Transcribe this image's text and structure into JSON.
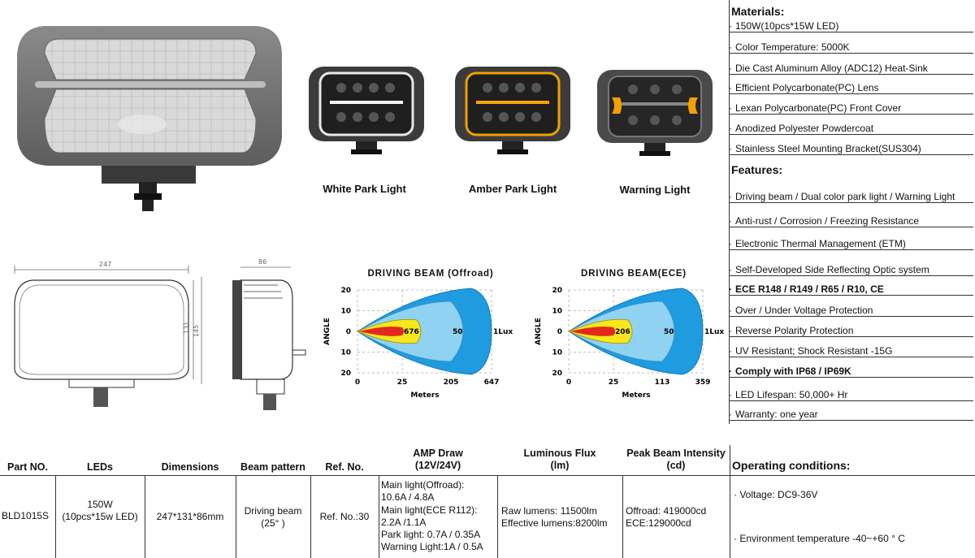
{
  "captions": {
    "white": "White Park Light",
    "amber": "Amber Park Light",
    "warning": "Warning Light"
  },
  "drawing": {
    "width_dim": "247",
    "height_dim_inner": "131",
    "height_dim_outer": "145",
    "depth_dim": "86"
  },
  "charts": [
    {
      "title": "DRIVING  BEAM (Offroad)",
      "y_label": "ANGLE",
      "x_label": "Meters",
      "y_ticks": [
        "20",
        "10",
        "0",
        "10",
        "20"
      ],
      "x_ticks": [
        "0",
        "25",
        "205",
        "647"
      ],
      "zone_labels": [
        "676",
        "50",
        "1Lux"
      ]
    },
    {
      "title": "DRIVING  BEAM(ECE)",
      "y_label": "ANGLE",
      "x_label": "Meters",
      "y_ticks": [
        "20",
        "10",
        "0",
        "10",
        "20"
      ],
      "x_ticks": [
        "0",
        "25",
        "113",
        "359"
      ],
      "zone_labels": [
        "206",
        "50",
        "1Lux"
      ]
    }
  ],
  "materials": {
    "heading": "Materials:",
    "items": [
      "150W(10pcs*15W LED)",
      "Color Temperature: 5000K",
      "Die Cast Aluminum Alloy (ADC12) Heat-Sink",
      "Efficient Polycarbonate(PC) Lens",
      "Lexan Polycarbonate(PC) Front Cover",
      "Anodized Polyester Powdercoat",
      "Stainless Steel Mounting Bracket(SUS304)"
    ]
  },
  "features": {
    "heading": "Features:",
    "items": [
      "Driving beam / Dual color park light / Warning Light",
      "Anti-rust / Corrosion / Freezing Resistance",
      "Electronic Thermal Management (ETM)",
      "Self-Developed Side Reflecting Optic system",
      "ECE R148 / R149 / R65 / R10, CE",
      "Over / Under Voltage Protection",
      "Reverse Polarity Protection",
      "UV Resistant; Shock Resistant -15G",
      "Comply with IP68 / IP69K",
      "LED Lifespan: 50,000+ Hr",
      "Warranty: one year"
    ]
  },
  "table": {
    "headers": {
      "part": "Part NO.",
      "leds": "LEDs",
      "dims": "Dimensions",
      "beam": "Beam pattern",
      "ref": "Ref. No.",
      "amp_1": "AMP Draw",
      "amp_2": "(12V/24V)",
      "flux_1": "Luminous Flux",
      "flux_2": "(lm)",
      "peak_1": "Peak Beam Intensity",
      "peak_2": "(cd)",
      "operating": "Operating conditions:"
    },
    "row": {
      "part": "BLD1015S",
      "leds_1": "150W",
      "leds_2": "(10pcs*15w LED)",
      "dims": "247*131*86mm",
      "beam_1": "Driving beam",
      "beam_2": "(25° )",
      "ref": "Ref. No.:30",
      "amp": [
        "Main light(Offroad):",
        "10.6A / 4.8A",
        "Main light(ECE R112):",
        "2.2A /1.1A",
        "Park light: 0.7A / 0.35A",
        "Warning Light:1A / 0.5A"
      ],
      "flux_1": "Raw lumens: 11500lm",
      "flux_2": "Effective lumens:8200lm",
      "peak_1": "Offroad: 419000cd",
      "peak_2": "ECE:129000cd",
      "voltage": "Voltage: DC9-36V",
      "temp": "Environment temperature -40~+60 ° C"
    }
  }
}
